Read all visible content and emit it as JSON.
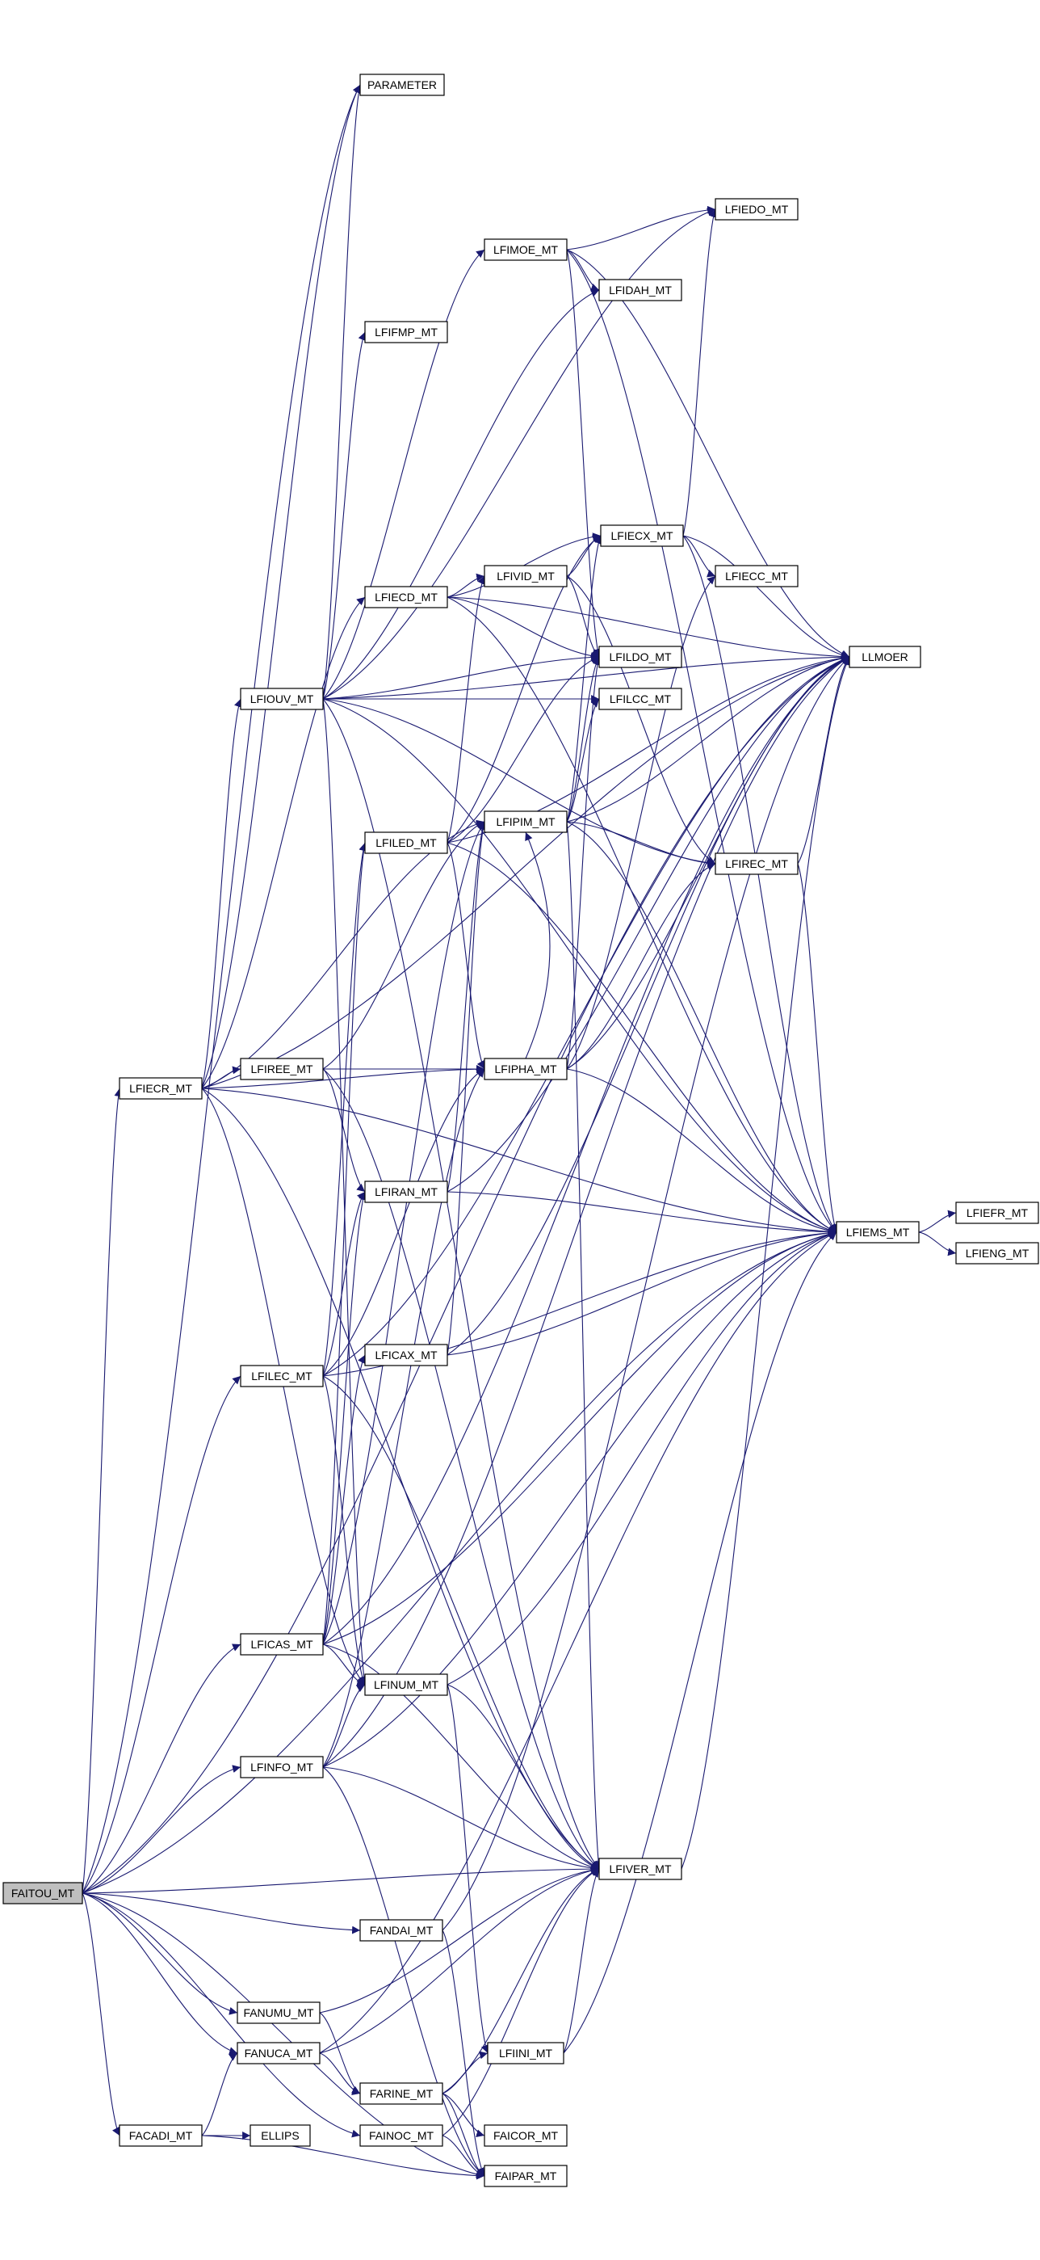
{
  "graph": {
    "root": "FAITOU_MT",
    "colors": {
      "edge": "#191970",
      "root_fill": "#bfbfbf",
      "node_fill": "#ffffff",
      "node_border": "#000000"
    },
    "nodes": [
      {
        "id": "FAITOU_MT",
        "label": "FAITOU_MT"
      },
      {
        "id": "PARAMETER",
        "label": "PARAMETER"
      },
      {
        "id": "LFIEDO_MT",
        "label": "LFIEDO_MT"
      },
      {
        "id": "LFIMOE_MT",
        "label": "LFIMOE_MT"
      },
      {
        "id": "LFIDAH_MT",
        "label": "LFIDAH_MT"
      },
      {
        "id": "LFIFMP_MT",
        "label": "LFIFMP_MT"
      },
      {
        "id": "LFIECX_MT",
        "label": "LFIECX_MT"
      },
      {
        "id": "LFIVID_MT",
        "label": "LFIVID_MT"
      },
      {
        "id": "LFIECC_MT",
        "label": "LFIECC_MT"
      },
      {
        "id": "LFIECD_MT",
        "label": "LFIECD_MT"
      },
      {
        "id": "LLMOER",
        "label": "LLMOER"
      },
      {
        "id": "LFILDO_MT",
        "label": "LFILDO_MT"
      },
      {
        "id": "LFIOUV_MT",
        "label": "LFIOUV_MT"
      },
      {
        "id": "LFILCC_MT",
        "label": "LFILCC_MT"
      },
      {
        "id": "LFIPIM_MT",
        "label": "LFIPIM_MT"
      },
      {
        "id": "LFILED_MT",
        "label": "LFILED_MT"
      },
      {
        "id": "LFIREC_MT",
        "label": "LFIREC_MT"
      },
      {
        "id": "LFIREE_MT",
        "label": "LFIREE_MT"
      },
      {
        "id": "LFIPHA_MT",
        "label": "LFIPHA_MT"
      },
      {
        "id": "LFIECR_MT",
        "label": "LFIECR_MT"
      },
      {
        "id": "LFIRAN_MT",
        "label": "LFIRAN_MT"
      },
      {
        "id": "LFIEFR_MT",
        "label": "LFIEFR_MT"
      },
      {
        "id": "LFIEMS_MT",
        "label": "LFIEMS_MT"
      },
      {
        "id": "LFIENG_MT",
        "label": "LFIENG_MT"
      },
      {
        "id": "LFICAX_MT",
        "label": "LFICAX_MT"
      },
      {
        "id": "LFILEC_MT",
        "label": "LFILEC_MT"
      },
      {
        "id": "LFICAS_MT",
        "label": "LFICAS_MT"
      },
      {
        "id": "LFINUM_MT",
        "label": "LFINUM_MT"
      },
      {
        "id": "LFINFO_MT",
        "label": "LFINFO_MT"
      },
      {
        "id": "LFIVER_MT",
        "label": "LFIVER_MT"
      },
      {
        "id": "FANDAI_MT",
        "label": "FANDAI_MT"
      },
      {
        "id": "FANUMU_MT",
        "label": "FANUMU_MT"
      },
      {
        "id": "LFIINI_MT",
        "label": "LFIINI_MT"
      },
      {
        "id": "FANUCA_MT",
        "label": "FANUCA_MT"
      },
      {
        "id": "FARINE_MT",
        "label": "FARINE_MT"
      },
      {
        "id": "FACADI_MT",
        "label": "FACADI_MT"
      },
      {
        "id": "ELLIPS",
        "label": "ELLIPS"
      },
      {
        "id": "FAINOC_MT",
        "label": "FAINOC_MT"
      },
      {
        "id": "FAICOR_MT",
        "label": "FAICOR_MT"
      },
      {
        "id": "FAIPAR_MT",
        "label": "FAIPAR_MT"
      }
    ],
    "edges": [
      [
        "FAITOU_MT",
        "LLMOER"
      ],
      [
        "FAITOU_MT",
        "PARAMETER"
      ],
      [
        "FAITOU_MT",
        "LFIECR_MT"
      ],
      [
        "FAITOU_MT",
        "LFILEC_MT"
      ],
      [
        "FAITOU_MT",
        "LFICAS_MT"
      ],
      [
        "FAITOU_MT",
        "LFINFO_MT"
      ],
      [
        "FAITOU_MT",
        "LFIVER_MT"
      ],
      [
        "FAITOU_MT",
        "FANDAI_MT"
      ],
      [
        "FAITOU_MT",
        "FANUMU_MT"
      ],
      [
        "FAITOU_MT",
        "FANUCA_MT"
      ],
      [
        "FAITOU_MT",
        "FACADI_MT"
      ],
      [
        "FAITOU_MT",
        "FAINOC_MT"
      ],
      [
        "FAITOU_MT",
        "FAIPAR_MT"
      ],
      [
        "FAITOU_MT",
        "LFIEMS_MT"
      ],
      [
        "LFIECR_MT",
        "LFIOUV_MT"
      ],
      [
        "LFIECR_MT",
        "LFIREE_MT"
      ],
      [
        "LFIECR_MT",
        "LFIPHA_MT"
      ],
      [
        "LFIECR_MT",
        "LFIECD_MT"
      ],
      [
        "LFIECR_MT",
        "LFINUM_MT"
      ],
      [
        "LFIECR_MT",
        "LFIVER_MT"
      ],
      [
        "LFIECR_MT",
        "LLMOER"
      ],
      [
        "LFIECR_MT",
        "LFIEMS_MT"
      ],
      [
        "LFIECR_MT",
        "PARAMETER"
      ],
      [
        "LFIECR_MT",
        "LFIPIM_MT"
      ],
      [
        "LFIOUV_MT",
        "PARAMETER"
      ],
      [
        "LFIOUV_MT",
        "LFIMOE_MT"
      ],
      [
        "LFIOUV_MT",
        "LFIEDO_MT"
      ],
      [
        "LFIOUV_MT",
        "LFIDAH_MT"
      ],
      [
        "LFIOUV_MT",
        "LFIFMP_MT"
      ],
      [
        "LFIOUV_MT",
        "LFILDO_MT"
      ],
      [
        "LFIOUV_MT",
        "LFILCC_MT"
      ],
      [
        "LFIOUV_MT",
        "LFIREC_MT"
      ],
      [
        "LFIOUV_MT",
        "LLMOER"
      ],
      [
        "LFIOUV_MT",
        "LFIEMS_MT"
      ],
      [
        "LFIOUV_MT",
        "LFINUM_MT"
      ],
      [
        "LFIOUV_MT",
        "LFIVER_MT"
      ],
      [
        "LFIMOE_MT",
        "LFIEDO_MT"
      ],
      [
        "LFIMOE_MT",
        "LFIDAH_MT"
      ],
      [
        "LFIMOE_MT",
        "LFILDO_MT"
      ],
      [
        "LFIMOE_MT",
        "LLMOER"
      ],
      [
        "LFIMOE_MT",
        "LFIEMS_MT"
      ],
      [
        "LFIECD_MT",
        "LFIVID_MT"
      ],
      [
        "LFIECD_MT",
        "LFIECX_MT"
      ],
      [
        "LFIECD_MT",
        "LFILDO_MT"
      ],
      [
        "LFIECD_MT",
        "LLMOER"
      ],
      [
        "LFIECD_MT",
        "LFIEMS_MT"
      ],
      [
        "LFIVID_MT",
        "LFIECX_MT"
      ],
      [
        "LFIVID_MT",
        "LFILDO_MT"
      ],
      [
        "LFIVID_MT",
        "LFIREC_MT"
      ],
      [
        "LFIECX_MT",
        "LFIECC_MT"
      ],
      [
        "LFIECX_MT",
        "LLMOER"
      ],
      [
        "LFIECX_MT",
        "LFIEDO_MT"
      ],
      [
        "LFIECX_MT",
        "LFIEMS_MT"
      ],
      [
        "LFILED_MT",
        "LFIVID_MT"
      ],
      [
        "LFILED_MT",
        "LFIECX_MT"
      ],
      [
        "LFILED_MT",
        "LFILDO_MT"
      ],
      [
        "LFILED_MT",
        "LFIPHA_MT"
      ],
      [
        "LFILED_MT",
        "LLMOER"
      ],
      [
        "LFILED_MT",
        "LFIEMS_MT"
      ],
      [
        "LFIPIM_MT",
        "LFIECX_MT"
      ],
      [
        "LFIPIM_MT",
        "LFILDO_MT"
      ],
      [
        "LFIPIM_MT",
        "LFILCC_MT"
      ],
      [
        "LFIPIM_MT",
        "LFIREC_MT"
      ],
      [
        "LFIPIM_MT",
        "LFIEMS_MT"
      ],
      [
        "LFIPIM_MT",
        "LFIVER_MT"
      ],
      [
        "LFIPIM_MT",
        "LLMOER"
      ],
      [
        "LFIREC_MT",
        "LLMOER"
      ],
      [
        "LFIREC_MT",
        "LFIEMS_MT"
      ],
      [
        "LFIREE_MT",
        "LFIPHA_MT"
      ],
      [
        "LFIREE_MT",
        "LFIRAN_MT"
      ],
      [
        "LFIREE_MT",
        "LFIPIM_MT"
      ],
      [
        "LFIREE_MT",
        "LFIVER_MT"
      ],
      [
        "LFIPHA_MT",
        "LFIPIM_MT"
      ],
      [
        "LFIPHA_MT",
        "LFIREC_MT"
      ],
      [
        "LFIPHA_MT",
        "LFIEMS_MT"
      ],
      [
        "LFIPHA_MT",
        "LLMOER"
      ],
      [
        "LFIPHA_MT",
        "LFIECC_MT"
      ],
      [
        "LFIPHA_MT",
        "LFILDO_MT"
      ],
      [
        "LFIRAN_MT",
        "LFIPIM_MT"
      ],
      [
        "LFIRAN_MT",
        "LFIEMS_MT"
      ],
      [
        "LFIRAN_MT",
        "LLMOER"
      ],
      [
        "LFIEMS_MT",
        "LFIEFR_MT"
      ],
      [
        "LFIEMS_MT",
        "LFIENG_MT"
      ],
      [
        "LFICAX_MT",
        "LFIPIM_MT"
      ],
      [
        "LFICAX_MT",
        "LLMOER"
      ],
      [
        "LFICAX_MT",
        "LFIEMS_MT"
      ],
      [
        "LFILEC_MT",
        "LFILED_MT"
      ],
      [
        "LFILEC_MT",
        "LFIRAN_MT"
      ],
      [
        "LFILEC_MT",
        "LFIPHA_MT"
      ],
      [
        "LFILEC_MT",
        "LFINUM_MT"
      ],
      [
        "LFILEC_MT",
        "LFIVER_MT"
      ],
      [
        "LFILEC_MT",
        "LFIEMS_MT"
      ],
      [
        "LFILEC_MT",
        "LLMOER"
      ],
      [
        "LFICAS_MT",
        "LFICAX_MT"
      ],
      [
        "LFICAS_MT",
        "LFILED_MT"
      ],
      [
        "LFICAS_MT",
        "LFIRAN_MT"
      ],
      [
        "LFICAS_MT",
        "LFINUM_MT"
      ],
      [
        "LFICAS_MT",
        "LFIVER_MT"
      ],
      [
        "LFICAS_MT",
        "LFIEMS_MT"
      ],
      [
        "LFICAS_MT",
        "LLMOER"
      ],
      [
        "LFICAS_MT",
        "LFIPIM_MT"
      ],
      [
        "LFINUM_MT",
        "LFIVER_MT"
      ],
      [
        "LFINUM_MT",
        "LFIEMS_MT"
      ],
      [
        "LFINUM_MT",
        "LFIINI_MT"
      ],
      [
        "LFINFO_MT",
        "LFINUM_MT"
      ],
      [
        "LFINFO_MT",
        "LFIPHA_MT"
      ],
      [
        "LFINFO_MT",
        "LFIVER_MT"
      ],
      [
        "LFINFO_MT",
        "LFIEMS_MT"
      ],
      [
        "LFINFO_MT",
        "LLMOER"
      ],
      [
        "LFINFO_MT",
        "FAIPAR_MT"
      ],
      [
        "LFIVER_MT",
        "LLMOER"
      ],
      [
        "FANDAI_MT",
        "LLMOER"
      ],
      [
        "FANDAI_MT",
        "FAIPAR_MT"
      ],
      [
        "FANUMU_MT",
        "LFIVER_MT"
      ],
      [
        "FANUMU_MT",
        "FARINE_MT"
      ],
      [
        "FANUCA_MT",
        "FARINE_MT"
      ],
      [
        "FANUCA_MT",
        "LFIEMS_MT"
      ],
      [
        "FANUCA_MT",
        "LFIVER_MT"
      ],
      [
        "FARINE_MT",
        "LFIINI_MT"
      ],
      [
        "FARINE_MT",
        "FAICOR_MT"
      ],
      [
        "FARINE_MT",
        "FAIPAR_MT"
      ],
      [
        "FARINE_MT",
        "LFIVER_MT"
      ],
      [
        "LFIINI_MT",
        "LFIVER_MT"
      ],
      [
        "LFIINI_MT",
        "LFIEMS_MT"
      ],
      [
        "FACADI_MT",
        "ELLIPS"
      ],
      [
        "FACADI_MT",
        "FANUCA_MT"
      ],
      [
        "FACADI_MT",
        "FAIPAR_MT"
      ],
      [
        "FAINOC_MT",
        "FAIPAR_MT"
      ],
      [
        "FAINOC_MT",
        "LFIVER_MT"
      ]
    ]
  }
}
